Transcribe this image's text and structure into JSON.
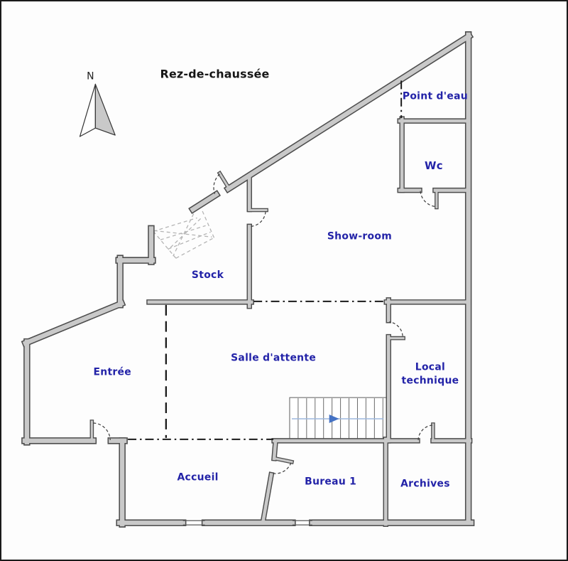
{
  "title": "Rez-de-chaussée",
  "compass": {
    "label": "N"
  },
  "rooms": [
    {
      "name": "point-deau",
      "label": "Point d'eau"
    },
    {
      "name": "wc",
      "label": "Wc"
    },
    {
      "name": "show-room",
      "label": "Show-room"
    },
    {
      "name": "stock",
      "label": "Stock"
    },
    {
      "name": "salle-dattente",
      "label": "Salle d'attente"
    },
    {
      "name": "entree",
      "label": "Entrée"
    },
    {
      "name": "local-technique",
      "label": "Local technique",
      "line1": "Local",
      "line2": "technique"
    },
    {
      "name": "accueil",
      "label": "Accueil"
    },
    {
      "name": "bureau-1",
      "label": "Bureau 1"
    },
    {
      "name": "archives",
      "label": "Archives"
    }
  ],
  "colors": {
    "label": "#2323a8",
    "wall_fill": "#c9c9c9",
    "wall_edge": "#4d4d4d",
    "walk_line": "#9db8dd",
    "stair_arrow": "#4472c4",
    "winder_stair": "#b5b5b5"
  }
}
